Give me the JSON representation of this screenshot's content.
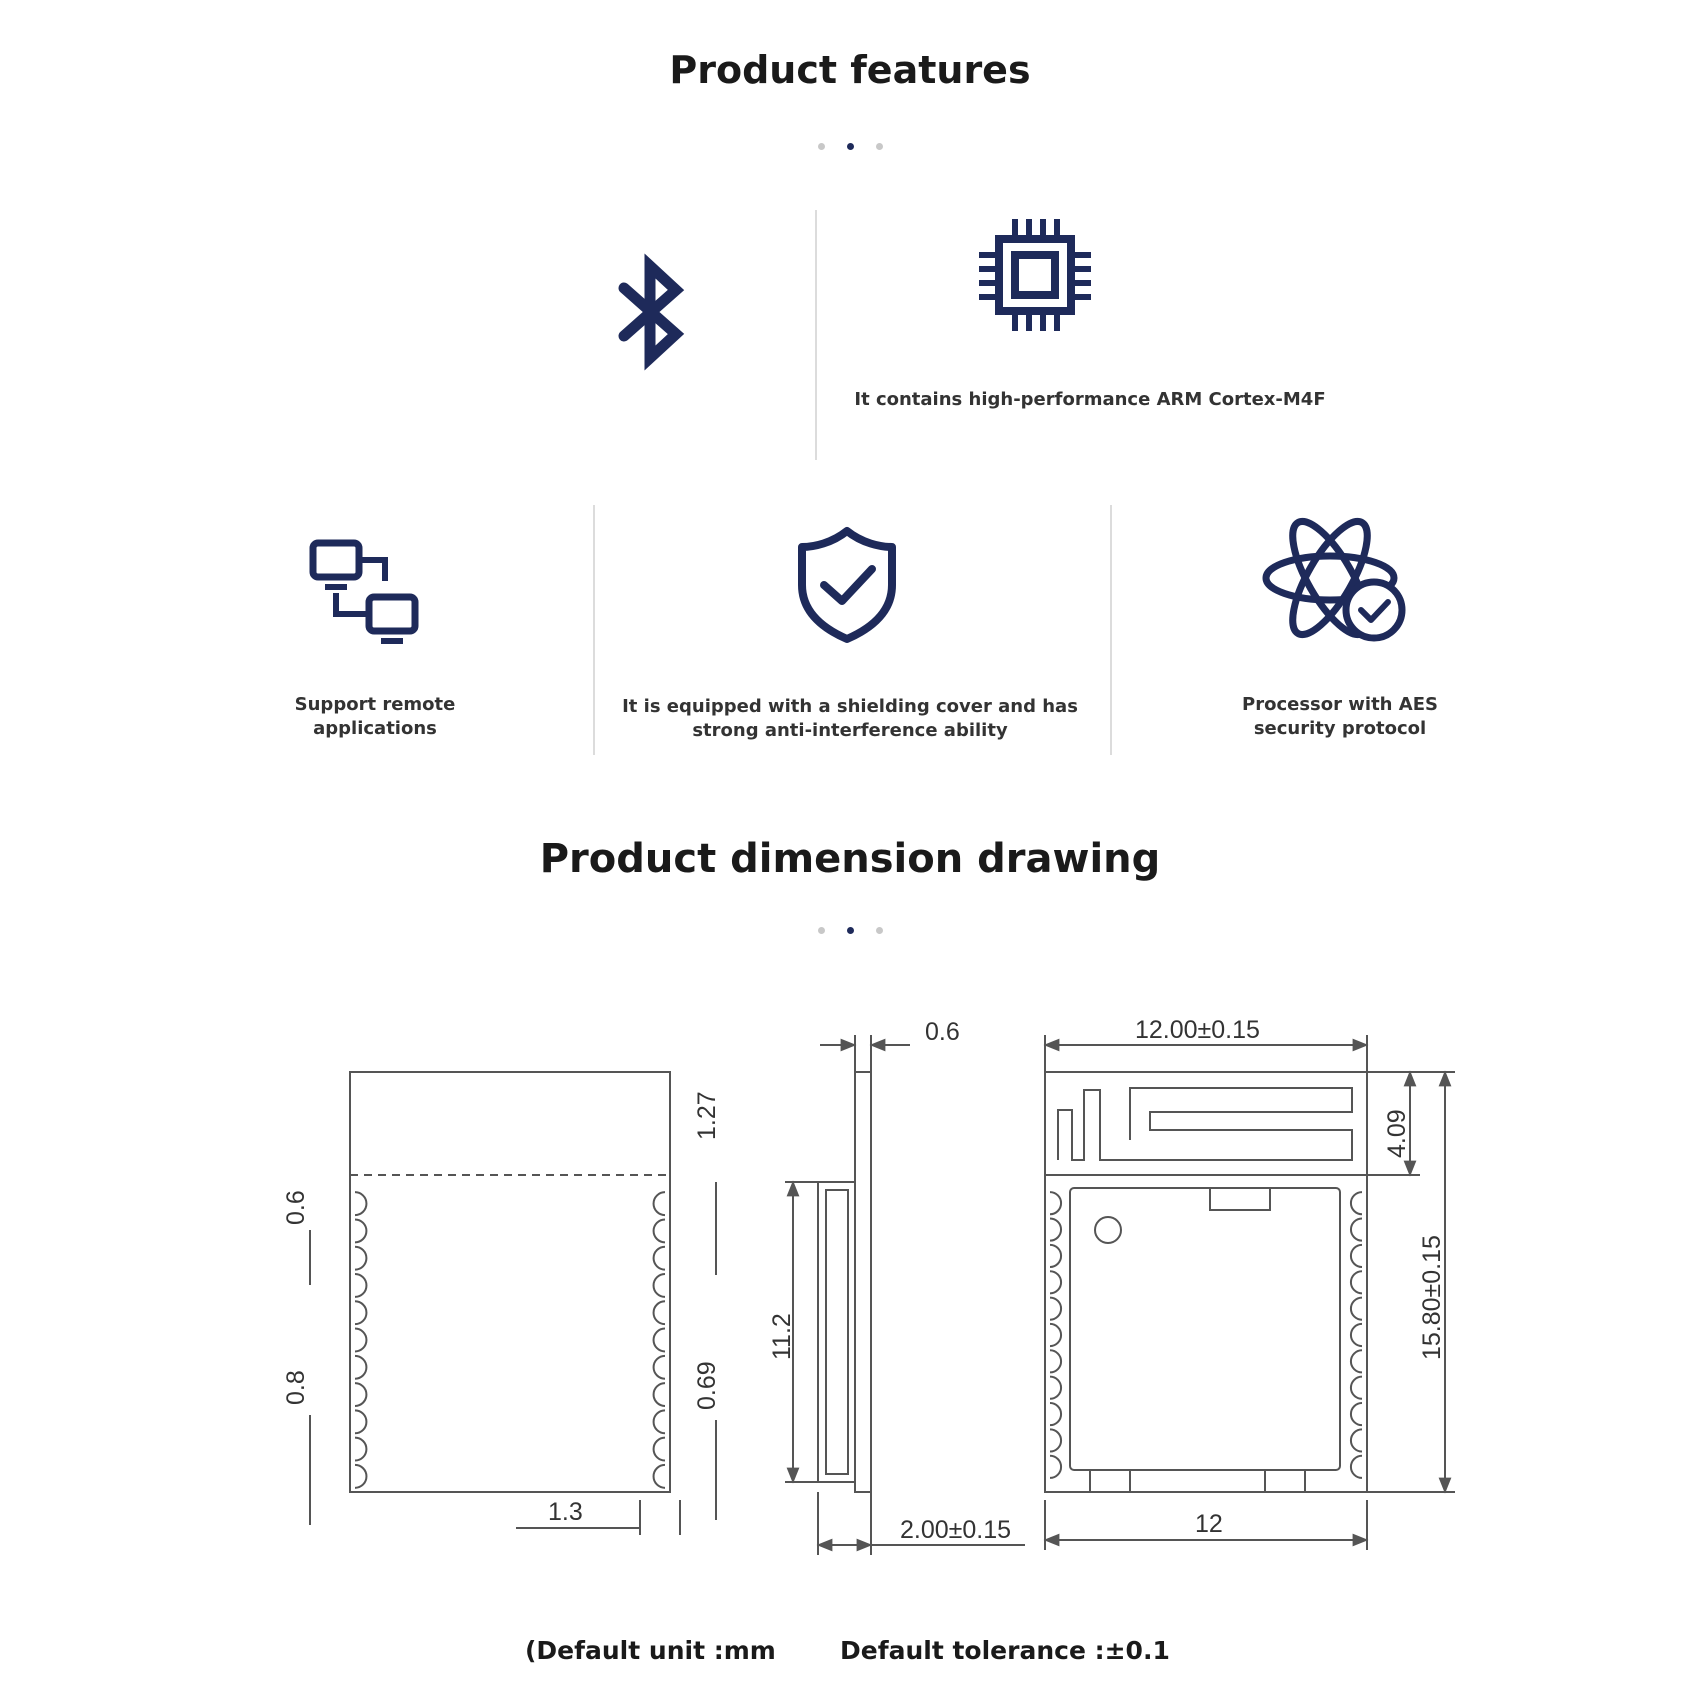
{
  "features": {
    "title": "Product features",
    "items": [
      {
        "icon": "bluetooth-icon",
        "caption": ""
      },
      {
        "icon": "chip-icon",
        "caption": "It contains high-performance ARM Cortex-M4F"
      },
      {
        "icon": "network-icon",
        "caption": "Support remote applications"
      },
      {
        "icon": "shield-check-icon",
        "caption": "It is equipped with a shielding cover and has strong anti-interference ability"
      },
      {
        "icon": "atom-check-icon",
        "caption": "Processor with AES security protocol"
      }
    ]
  },
  "dimensions": {
    "title": "Product dimension drawing",
    "labels": {
      "thickness_pcb": "0.6",
      "top_height": "1.27",
      "pin_width": "0.6",
      "pin_pitch": "0.8",
      "pin_gap": "0.69",
      "edge_offset": "1.3",
      "shield_height": "11.2",
      "total_thickness": "2.00±0.15",
      "width_total": "12.00±0.15",
      "antenna_height": "4.09",
      "length_total": "15.80±0.15",
      "width_bottom": "12"
    },
    "footer": {
      "unit": "(Default unit :mm",
      "tolerance": "Default tolerance :±0.1"
    }
  },
  "colors": {
    "icon": "#1e2a5a",
    "line": "#555555"
  }
}
